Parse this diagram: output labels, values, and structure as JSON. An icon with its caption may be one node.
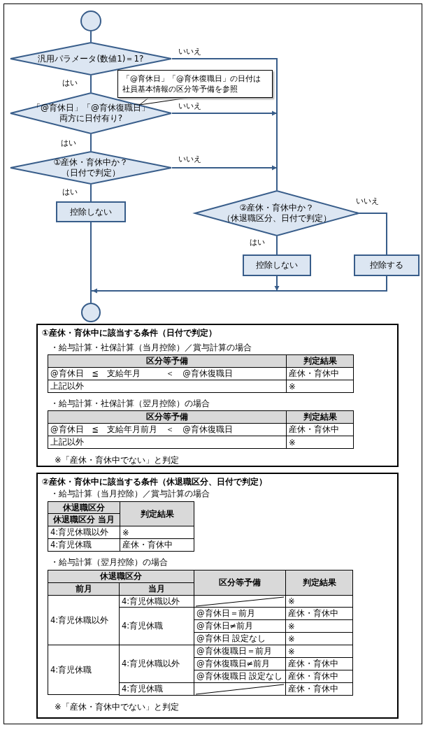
{
  "diagram": {
    "nodes": [
      {
        "text": [],
        "shape": "circle"
      },
      {
        "text": [
          "汎用パラメータ(数値1)＝1?"
        ]
      },
      {
        "text": [
          "「@育休日」「@育休復職日」の日付は社員基本情報の区分等予備を参照"
        ]
      },
      {
        "text": [
          "「@育休日」「@育休復職日」両方に日付有り?"
        ]
      },
      {
        "text": [
          "①産休・育休中か？（日付で判定）"
        ]
      },
      {
        "text": [
          "控除しない"
        ]
      },
      {
        "text": [
          "②産休・育休中か？（休退職区分、日付で判定）"
        ]
      },
      {
        "text": [
          "控除しない"
        ]
      },
      {
        "text": [
          "控除する"
        ]
      },
      {
        "text": [],
        "shape": "circle"
      },
      {
        "text": [
          "①産休・育休中に該当する条件（日付で判定）"
        ]
      },
      {
        "text": [
          "②産休・育休中に該当する条件（休退職区分、日付で判定）"
        ]
      }
    ],
    "edges": [
      {
        "from": 0,
        "to": 1,
        "arrow": "none"
      },
      {
        "from": 1,
        "to": 3,
        "arrow": "none",
        "label": "はい"
      },
      {
        "from": 3,
        "to": 4,
        "arrow": "none",
        "label": "はい"
      },
      {
        "from": 4,
        "to": 5,
        "arrow": "none",
        "label": "はい"
      },
      {
        "from": 5,
        "to": 9,
        "arrow": "none"
      },
      {
        "from": 1,
        "to": 6,
        "arrow": "none",
        "label": "いいえ"
      },
      {
        "from": 3,
        "to": 6,
        "arrow": "to",
        "label": "いいえ"
      },
      {
        "from": 4,
        "to": 6,
        "arrow": "to",
        "label": "いいえ"
      },
      {
        "from": 6,
        "to": 7,
        "arrow": "none",
        "label": "はい"
      },
      {
        "from": 6,
        "to": 8,
        "arrow": "none",
        "label": "いいえ"
      },
      {
        "from": 7,
        "to": 9,
        "arrow": "to"
      },
      {
        "from": 8,
        "to": 9,
        "arrow": "to"
      },
      {
        "from": 2,
        "to": 3,
        "arrow": "none",
        "color": "#000000"
      }
    ],
    "labels": [
      "・給与計算・社保計算（当月控除）／賞与計算の場合",
      "区分等予備",
      "判定結果",
      "@育休日　≦　支給年月　　　＜　@育休復職日",
      "産休・育休中",
      "上記以外",
      "※",
      "・給与計算・社保計算（翌月控除）の場合",
      "区分等予備",
      "判定結果",
      "@育休日　≦　支給年月前月　＜　@育休復職日",
      "産休・育休中",
      "上記以外",
      "※",
      "※「産休・育休中でない」と判定",
      "・給与計算（当月控除）／賞与計算の場合",
      "休退職区分",
      "判定結果",
      "休退職区分 当月",
      "4:育児休職以外",
      "※",
      "4:育児休職",
      "産休・育休中",
      "・給与計算（翌月控除）の場合",
      "休退職区分",
      "区分等予備",
      "判定結果",
      "前月",
      "当月",
      "4:育児休職以外",
      "4:育児休職以外",
      "※",
      "4:育児休職",
      "@育休日＝前月",
      "産休・育休中",
      "@育休日≠前月",
      "※",
      "@育休日 設定なし",
      "※",
      "4:育児休職",
      "4:育児休職以外",
      "@育休復職日＝前月",
      "※",
      "@育休復職日≠前月",
      "産休・育休中",
      "@育休復職日 設定なし",
      "産休・育休中",
      "4:育児休職",
      "産休・育休中",
      "※「産休・育休中でない」と判定"
    ]
  }
}
